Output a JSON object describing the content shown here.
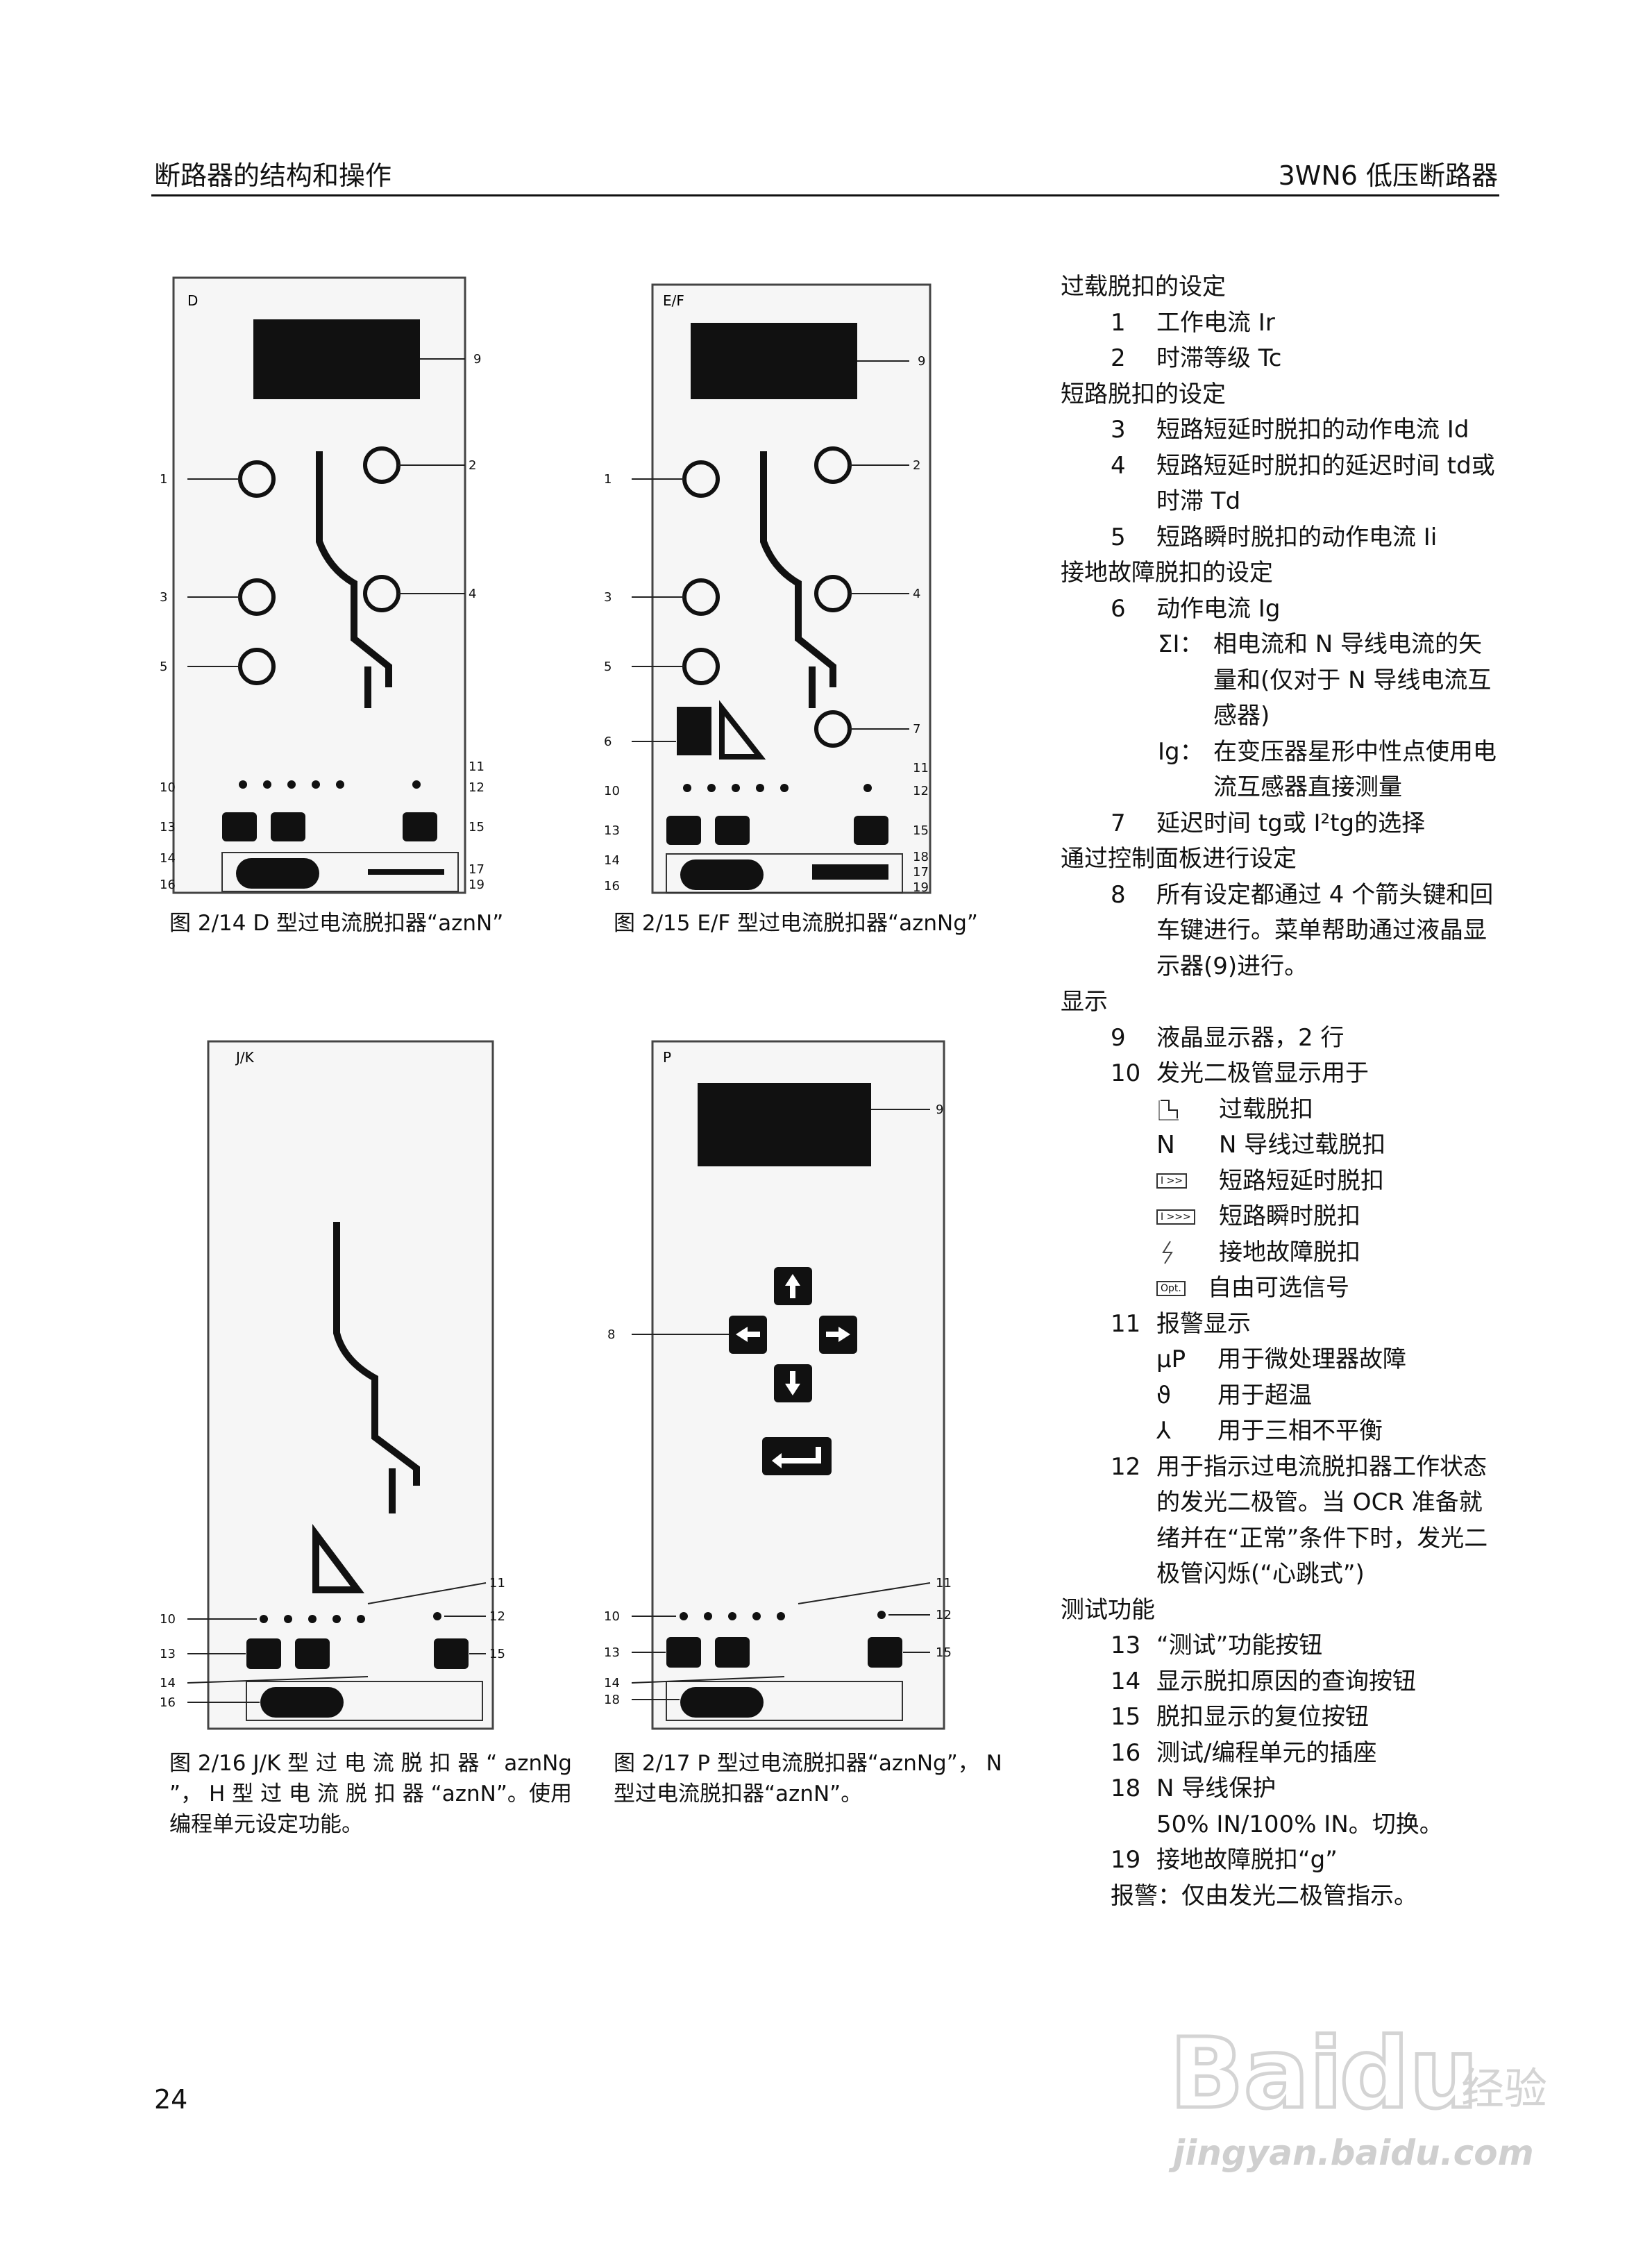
{
  "header": {
    "left": "断路器的结构和操作",
    "right": "3WN6 低压断路器"
  },
  "figures": [
    {
      "panel_label": "D",
      "caption": "图 2/14  D 型过电流脱扣器“aznN”",
      "callouts": [
        "9",
        "1",
        "2",
        "3",
        "4",
        "5",
        "11",
        "10",
        "12",
        "13",
        "15",
        "14",
        "17",
        "16",
        "19"
      ]
    },
    {
      "panel_label": "E/F",
      "caption": "图 2/15  E/F 型过电流脱扣器“aznNg”",
      "callouts": [
        "9",
        "1",
        "2",
        "3",
        "4",
        "5",
        "6",
        "7",
        "11",
        "10",
        "12",
        "13",
        "15",
        "14",
        "18",
        "16",
        "17",
        "19"
      ]
    },
    {
      "panel_label": "J/K",
      "caption": "图  2/16    J/K  型 过 电 流 脱 扣 器 “ aznNg ”， H  型 过 电 流 脱 扣 器 “aznN”。使用编程单元设定功能。",
      "callouts": [
        "11",
        "10",
        "12",
        "13",
        "15",
        "14",
        "16"
      ]
    },
    {
      "panel_label": "P",
      "caption": "图 2/17   P 型过电流脱扣器“aznNg”， N 型过电流脱扣器“aznN”。",
      "callouts": [
        "9",
        "8",
        "11",
        "10",
        "12",
        "13",
        "15",
        "14",
        "18"
      ]
    }
  ],
  "right_column": {
    "s1": "过载脱扣的设定",
    "i1": {
      "n": "1",
      "t": "工作电流 Ir"
    },
    "i2": {
      "n": "2",
      "t": "时滞等级 Tc"
    },
    "s2": "短路脱扣的设定",
    "i3": {
      "n": "3",
      "t": "短路短延时脱扣的动作电流 Id"
    },
    "i4": {
      "n": "4",
      "t": "短路短延时脱扣的延迟时间 td或时滞 Td"
    },
    "i5": {
      "n": "5",
      "t": "短路瞬时脱扣的动作电流 Ii"
    },
    "s3": "接地故障脱扣的设定",
    "i6": {
      "n": "6",
      "t": "动作电流 Ig"
    },
    "sub_sum": {
      "lbl": "ΣI：",
      "t": "相电流和 N 导线电流的矢量和(仅对于 N 导线电流互感器)"
    },
    "sub_ig": {
      "lbl": "Ig：",
      "t": "在变压器星形中性点使用电流互感器直接测量"
    },
    "i7": {
      "n": "7",
      "t": "延迟时间 tg或 I²tg的选择"
    },
    "s4": "通过控制面板进行设定",
    "i8": {
      "n": "8",
      "t": "所有设定都通过 4 个箭头键和回车键进行。菜单帮助通过液晶显示器(9)进行。"
    },
    "s5": "显示",
    "i9": {
      "n": "9",
      "t": "液晶显示器，2 行"
    },
    "i10": {
      "n": "10",
      "t": "发光二极管显示用于"
    },
    "led_items": [
      {
        "icon": "overload-symbol",
        "t": "过载脱扣"
      },
      {
        "icon": "N",
        "t": "N 导线过载脱扣"
      },
      {
        "icon": "I >>",
        "t": "短路短延时脱扣"
      },
      {
        "icon": "I >>>",
        "t": "短路瞬时脱扣"
      },
      {
        "icon": "earth-fault-symbol",
        "t": "接地故障脱扣"
      },
      {
        "icon": "Opt.",
        "t": "自由可选信号"
      }
    ],
    "i11": {
      "n": "11",
      "t": "报警显示"
    },
    "alarms": [
      {
        "s": "μP",
        "t": "用于微处理器故障"
      },
      {
        "s": "ϑ",
        "t": "用于超温"
      },
      {
        "s": "⅄",
        "t": "用于三相不平衡"
      }
    ],
    "i12": {
      "n": "12",
      "t": "用于指示过电流脱扣器工作状态的发光二极管。当 OCR 准备就绪并在“正常”条件下时，发光二极管闪烁(“心跳式”)"
    },
    "s6": "测试功能",
    "i13": {
      "n": "13",
      "t": "“测试”功能按钮"
    },
    "i14": {
      "n": "14",
      "t": "显示脱扣原因的查询按钮"
    },
    "i15": {
      "n": "15",
      "t": "脱扣显示的复位按钮"
    },
    "i16": {
      "n": "16",
      "t": "测试/编程单元的插座"
    },
    "i18": {
      "n": "18",
      "t": "N 导线保护"
    },
    "i18b": "50% IN/100% IN。切换。",
    "i19": {
      "n": "19",
      "t": "接地故障脱扣“g”"
    },
    "warn": "报警：仅由发光二极管指示。"
  },
  "page_number": "24",
  "watermark": {
    "brand": "Bai du 经验",
    "url": "jingyan.baidu.com"
  }
}
